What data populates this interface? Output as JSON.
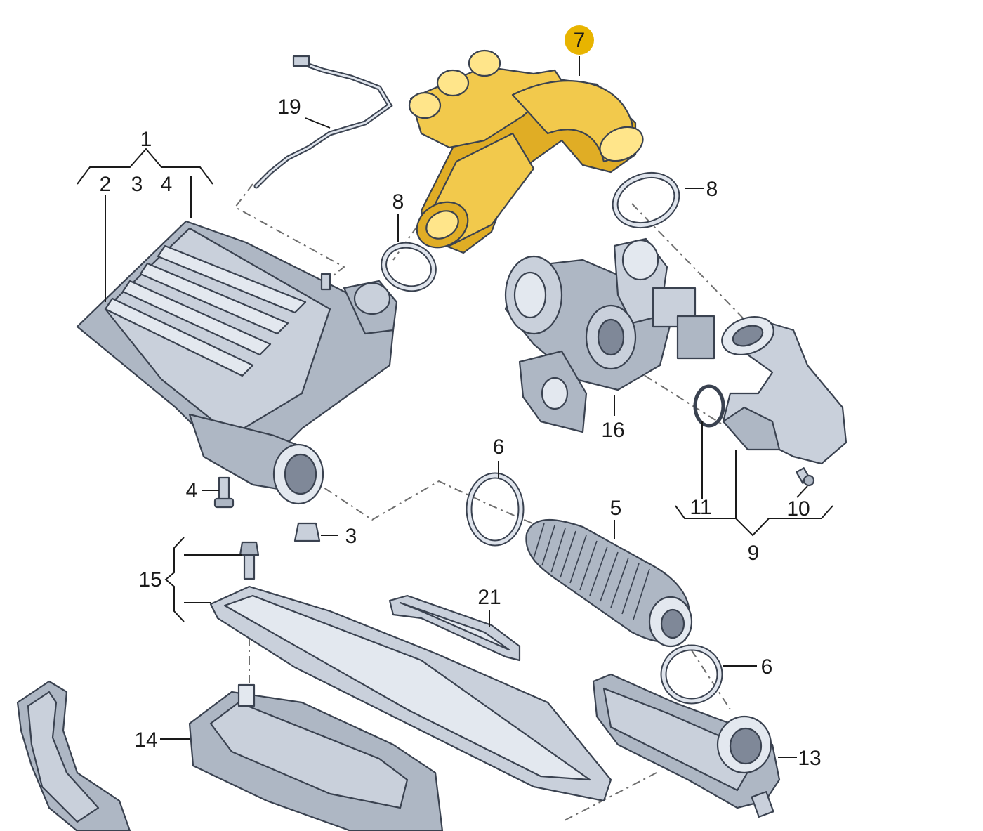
{
  "diagram": {
    "highlight_color": "#e8b400",
    "highlighted_part": "7",
    "callouts": {
      "c1": "1",
      "c2": "2",
      "c3a": "3",
      "c4a": "4",
      "c19": "19",
      "c7": "7",
      "c8a": "8",
      "c8b": "8",
      "c16": "16",
      "c6a": "6",
      "c5": "5",
      "c4b": "4",
      "c3b": "3",
      "c11": "11",
      "c10": "10",
      "c9": "9",
      "c15": "15",
      "c21": "21",
      "c6b": "6",
      "c14": "14",
      "c13": "13"
    }
  }
}
